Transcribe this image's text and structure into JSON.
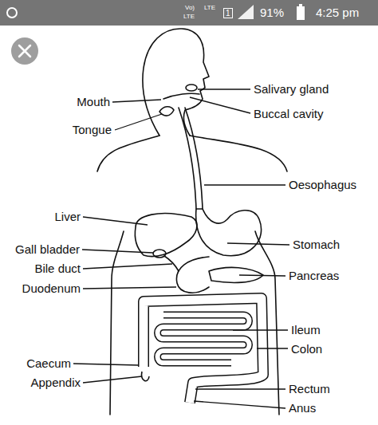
{
  "diagram": {
    "labels": [
      "Vo)",
      "LTE",
      "LTE",
      "1",
      "91%",
      "4:25 pm",
      "Mouth",
      "Tongue",
      "Salivary gland",
      "Buccal cavity",
      "Liver",
      "Gall bladder",
      "Bile duct",
      "Duodenum",
      "Oesophagus",
      "Stomach",
      "Pancreas",
      "Ileum",
      "Colon",
      "Caecum",
      "Appendix",
      "Rectum",
      "Anus"
    ]
  }
}
